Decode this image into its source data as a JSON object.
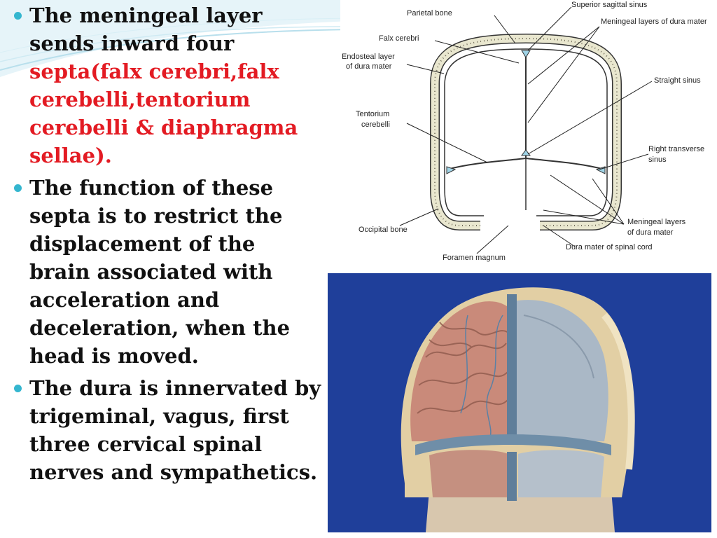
{
  "bullets": [
    {
      "plain": "The meningeal layer sends inward four ",
      "red": "septa(falx cerebri,falx cerebelli,tentorium cerebelli & diaphragma sellae)."
    },
    {
      "plain": "The function of these septa is to restrict the displacement of the brain associated with acceleration and deceleration, when the head is moved.",
      "red": ""
    },
    {
      "plain": "The dura is innervated by trigeminal, vagus, first three cervical spinal nerves and sympathetics.",
      "red": ""
    }
  ],
  "diagram": {
    "labels": {
      "parietal_bone": "Parietal bone",
      "superior_sagittal_sinus": "Superior sagittal sinus",
      "meningeal_layers_top": "Meningeal layers of dura mater",
      "falx_cerebri": "Falx cerebri",
      "endosteal_1": "Endosteal layer",
      "endosteal_2": "of dura mater",
      "straight_sinus": "Straight sinus",
      "tentorium_1": "Tentorium",
      "tentorium_2": "cerebelli",
      "right_transverse_1": "Right transverse",
      "right_transverse_2": "sinus",
      "occipital_bone": "Occipital bone",
      "meningeal_bottom_1": "Meningeal layers",
      "meningeal_bottom_2": "of dura mater",
      "dura_spinal": "Dura mater of spinal cord",
      "foramen_magnum": "Foramen magnum"
    }
  },
  "colors": {
    "bullet": "#34b6cf",
    "emphasis": "#e31b23",
    "photo_bg": "#1f3f9a",
    "wave": "#cfeaf3"
  }
}
